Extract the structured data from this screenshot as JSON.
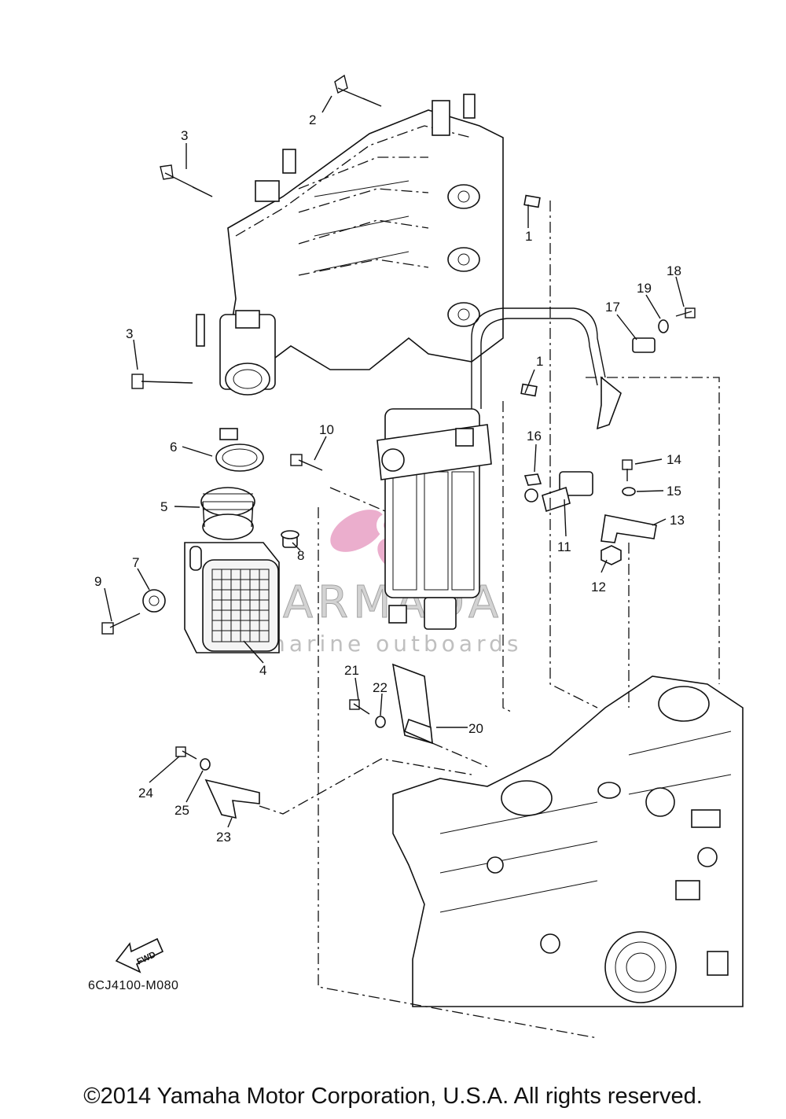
{
  "diagram": {
    "code": "6CJ4100-M080",
    "copyright": "©2014 Yamaha Motor Corporation, U.S.A. All rights reserved.",
    "fwd_label": "FWD"
  },
  "watermark": {
    "brand": "ARMADA",
    "tagline": "marine outboards",
    "logo_color": "#e9a6c8"
  },
  "callouts": {
    "c1a": "1",
    "c1b": "1",
    "c2": "2",
    "c3a": "3",
    "c3b": "3",
    "c4": "4",
    "c5": "5",
    "c6": "6",
    "c7": "7",
    "c8": "8",
    "c9": "9",
    "c10": "10",
    "c11": "11",
    "c12": "12",
    "c13": "13",
    "c14": "14",
    "c15": "15",
    "c16": "16",
    "c17": "17",
    "c18": "18",
    "c19": "19",
    "c20": "20",
    "c21": "21",
    "c22": "22",
    "c23": "23",
    "c24": "24",
    "c25": "25"
  },
  "icons": {
    "fwd": "fwd-arrow-icon"
  }
}
